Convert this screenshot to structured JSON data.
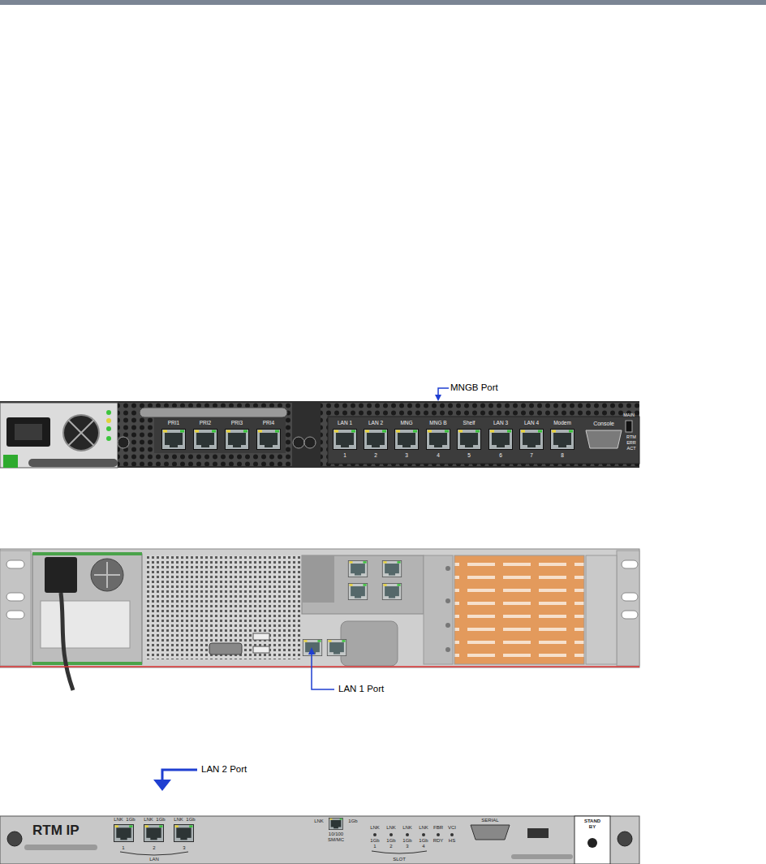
{
  "diagram": {
    "labels": [
      "MNGB Port",
      "PRI1",
      "PRI2",
      "PRI3",
      "PRI4",
      "LAN 1",
      "LAN 2",
      "MNG",
      "MNG B",
      "Shelf",
      "LAN 3",
      "LAN 4",
      "Modem",
      "1",
      "2",
      "3",
      "4",
      "5",
      "6",
      "7",
      "8",
      "Console",
      "MAIN",
      "RTM",
      "ERR",
      "ACT",
      "LAN 1 Port",
      "LAN 2 Port",
      "RTM IP",
      "LNK",
      "1Gb",
      "LNK",
      "1Gb",
      "LNK",
      "1Gb",
      "1",
      "2",
      "3",
      "LAN",
      "LNK",
      "1Gb",
      "10/100",
      "SM/MC",
      "LNK",
      "LNK",
      "LNK",
      "LNK",
      "1Gb",
      "1Gb",
      "1Gb",
      "1Gb",
      "1",
      "2",
      "3",
      "4",
      "SLOT",
      "FBR",
      "RDY",
      "VCI",
      "HS",
      "SERIAL",
      "STAND BY"
    ]
  }
}
